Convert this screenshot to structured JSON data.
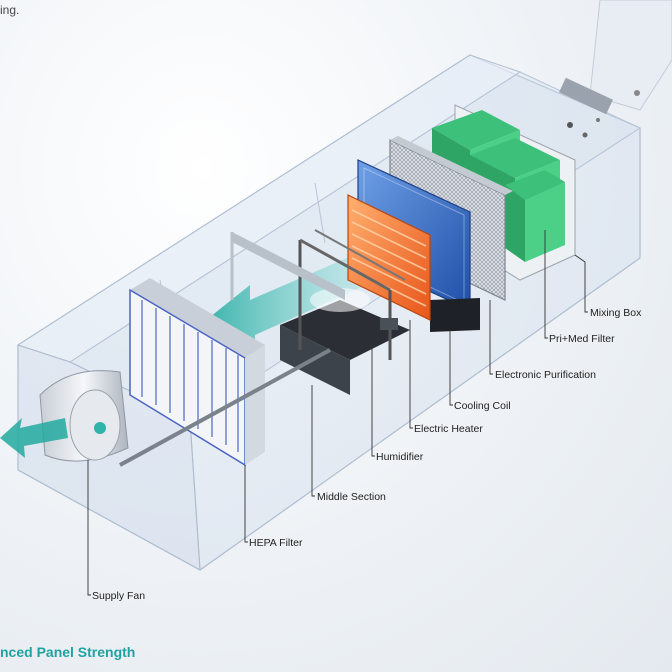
{
  "header": {
    "fragment": "ing."
  },
  "footer": {
    "fragment": "nced Panel Strength"
  },
  "labels": {
    "mixing_box": "Mixing Box",
    "pri_med_filter": "Pri+Med Filter",
    "electronic_purification": "Electronic Purification",
    "cooling_coil": "Cooling Coil",
    "electric_heater": "Electric Heater",
    "humidifier": "Humidifier",
    "middle_section": "Middle Section",
    "hepa_filter": "HEPA Filter",
    "supply_fan": "Supply Fan"
  },
  "colors": {
    "accent": "#1fa3a0",
    "filter_green": "#3cc07a",
    "heater_orange": "#f07a2a",
    "coil_blue": "#2f66c8",
    "airflow_teal": "#35b8b0"
  }
}
